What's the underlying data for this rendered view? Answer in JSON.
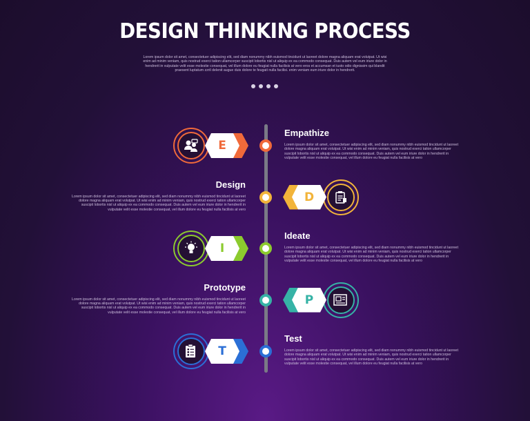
{
  "title": "DESIGN THINKING PROCESS",
  "subtitle": "Lorem ipsum dolor sit amet, consectetuer adipiscing elit, sed diam nonummy nibh euismod tincidunt ut laoreet dolore magna aliquam erat volutpat. Ut wisi enim ad minim veniam, quis nostrud exerci tation ullamcorper suscipit lobortis nisl ut aliquip ex ea commodo consequat. Duis autem vel eum iriure dolor in hendrerit in vulputate velit esse molestie consequat, vel illum dolore eu feugiat nulla facilisis at vero eros et accumsan et iusto odio dignissim qui blandit praesent luptatum zzril delenit augue duis dolore te feugait nulla facilisi. enim veniam eum iriure dolor in hendrerit.",
  "steps": [
    {
      "letter": "E",
      "title": "Empathize",
      "side": "right",
      "color": "#f06a3a",
      "icon": "people-icon",
      "desc": "Lorem ipsum dolor sit amet, consectetuer adipiscing elit, sed diam nonummy nibh euismod tincidunt ut laoreet dolore magna aliquam erat volutpat. Ut wisi enim ad minim veniam, quis nostrud exerci tation ullamcorper suscipit lobortis nisl ut aliquip ex ea commodo consequat. Duis autem vel eum iriure dolor in hendrerit in vulputate velit esse molestie consequat, vel illum dolore eu feugiat nulla facilisis at vero"
    },
    {
      "letter": "D",
      "title": "Design",
      "side": "left",
      "color": "#f2b43a",
      "icon": "clipboard-icon",
      "desc": "Lorem ipsum dolor sit amet, consectetuer adipiscing elit, sed diam nonummy nibh euismod tincidunt ut laoreet dolore magna aliquam erat volutpat. Ut wisi enim ad minim veniam, quis nostrud exerci tation ullamcorper suscipit lobortis nisl ut aliquip ex ea commodo consequat. Duis autem vel eum iriure dolor in hendrerit in vulputate velit esse molestie consequat, vel illum dolore eu feugiat nulla facilisis at vero"
    },
    {
      "letter": "I",
      "title": "Ideate",
      "side": "right",
      "color": "#8ccb2e",
      "icon": "lightbulb-icon",
      "desc": "Lorem ipsum dolor sit amet, consectetuer adipiscing elit, sed diam nonummy nibh euismod tincidunt ut laoreet dolore magna aliquam erat volutpat. Ut wisi enim ad minim veniam, quis nostrud exerci tation ullamcorper suscipit lobortis nisl ut aliquip ex ea commodo consequat. Duis autem vel eum iriure dolor in hendrerit in vulputate velit esse molestie consequat, vel illum dolore eu feugiat nulla facilisis at vero"
    },
    {
      "letter": "P",
      "title": "Prototype",
      "side": "left",
      "color": "#36b3a6",
      "icon": "blueprint-icon",
      "desc": "Lorem ipsum dolor sit amet, consectetuer adipiscing elit, sed diam nonummy nibh euismod tincidunt ut laoreet dolore magna aliquam erat volutpat. Ut wisi enim ad minim veniam, quis nostrud exerci tation ullamcorper suscipit lobortis nisl ut aliquip ex ea commodo consequat. Duis autem vel eum iriure dolor in hendrerit in vulputate velit esse molestie consequat, vel illum dolore eu feugiat nulla facilisis at vero"
    },
    {
      "letter": "T",
      "title": "Test",
      "side": "right",
      "color": "#2b6fd6",
      "icon": "checklist-icon",
      "desc": "Lorem ipsum dolor sit amet, consectetuer adipiscing elit, sed diam nonummy nibh euismod tincidunt ut laoreet dolore magna aliquam erat volutpat. Ut wisi enim ad minim veniam, quis nostrud exerci tation ullamcorper suscipit lobortis nisl ut aliquip ex ea commodo consequat. Duis autem vel eum iriure dolor in hendrerit in vulputate velit esse molestie consequat, vel illum dolore eu feugiat nulla facilisis at vero"
    }
  ]
}
